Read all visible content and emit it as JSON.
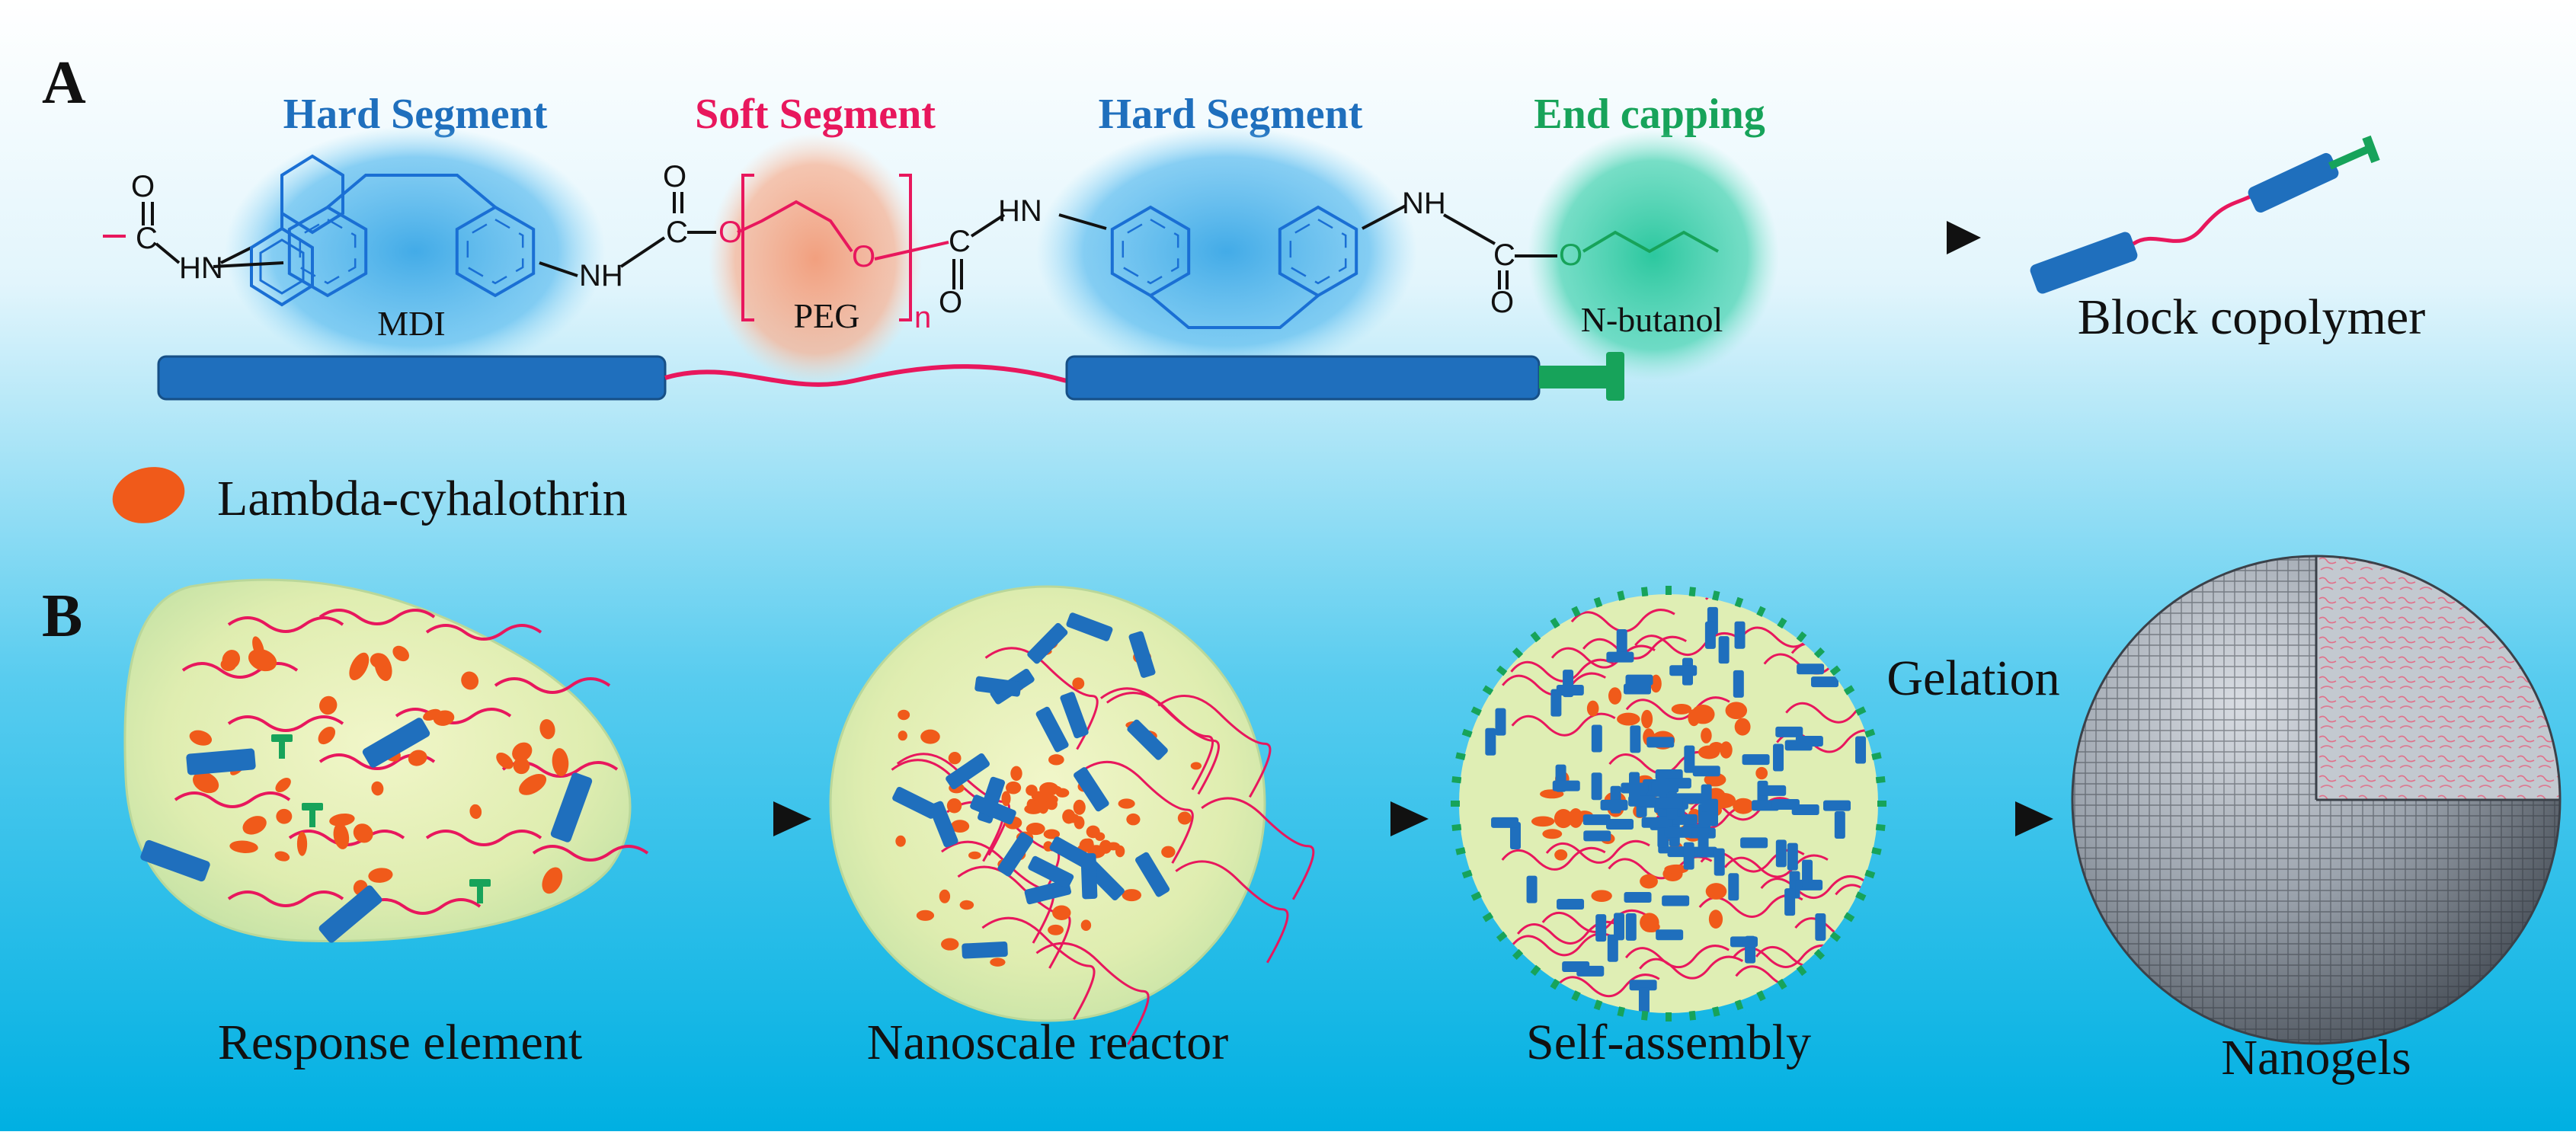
{
  "panel_a": {
    "label": "A",
    "segments": [
      {
        "title": "Hard Segment",
        "color": "#1f6fbd",
        "unit": "MDI"
      },
      {
        "title": "Soft Segment",
        "color": "#e8175d",
        "unit": "PEG"
      },
      {
        "title": "Hard Segment",
        "color": "#1f6fbd",
        "unit": ""
      },
      {
        "title": "End capping",
        "color": "#17a35a",
        "unit": "N-butanol"
      }
    ],
    "atoms": {
      "o1": "O",
      "c1": "C",
      "hn1": "HN",
      "nh1": "NH",
      "o2": "O",
      "c2": "C",
      "o3": "O",
      "o4": "O",
      "n_sub": "n",
      "o5": "O",
      "c3": "C",
      "o6": "O",
      "hn2": "HN",
      "nh2": "NH",
      "o7": "O",
      "c4": "C",
      "o8": "O"
    },
    "product_label": "Block copolymer",
    "legend_label": "Lambda-cyhalothrin"
  },
  "panel_b": {
    "label": "B",
    "stages": [
      "Response element",
      "Nanoscale reactor",
      "Self-assembly",
      "Nanogels"
    ],
    "gelation_label": "Gelation"
  },
  "colors": {
    "hard": "#1f6fbd",
    "soft": "#e8175d",
    "cap": "#17a35a",
    "drug": "#f05a1a",
    "bg_top": "#ffffff",
    "bg_bottom": "#00b2e3"
  }
}
